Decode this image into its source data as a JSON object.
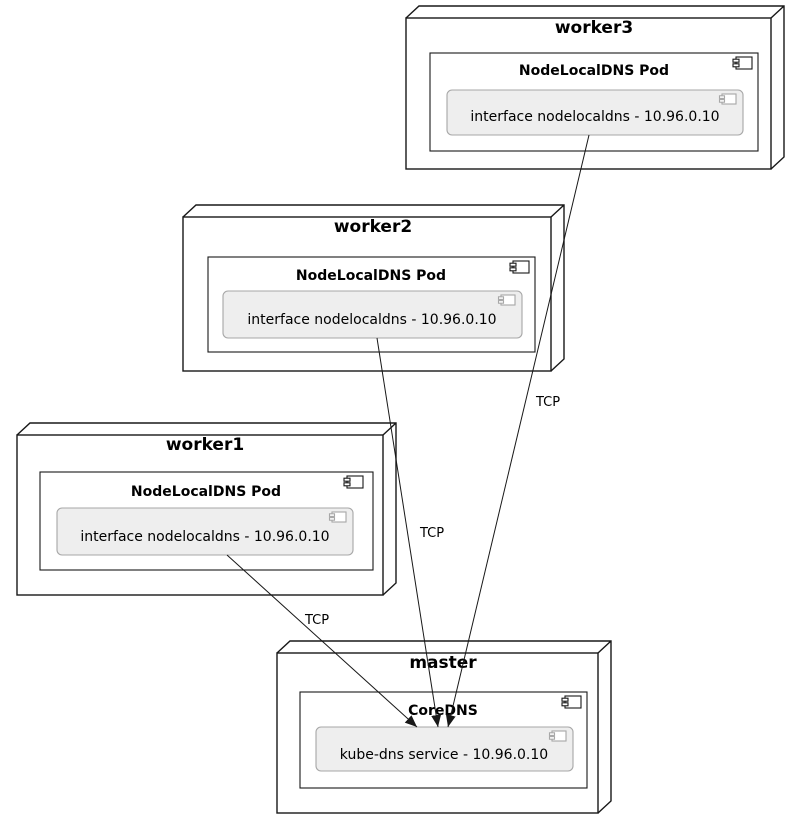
{
  "diagram": {
    "type": "uml-deployment-diagram",
    "nodes": [
      {
        "name": "worker3",
        "component": "NodeLocalDNS Pod",
        "interface": "interface nodelocaldns - 10.96.0.10"
      },
      {
        "name": "worker2",
        "component": "NodeLocalDNS Pod",
        "interface": "interface nodelocaldns - 10.96.0.10"
      },
      {
        "name": "worker1",
        "component": "NodeLocalDNS Pod",
        "interface": "interface nodelocaldns - 10.96.0.10"
      },
      {
        "name": "master",
        "component": "CoreDNS",
        "interface": "kube-dns service - 10.96.0.10"
      }
    ],
    "edges": [
      {
        "from": "worker1",
        "to": "master",
        "label": "TCP"
      },
      {
        "from": "worker2",
        "to": "master",
        "label": "TCP"
      },
      {
        "from": "worker3",
        "to": "master",
        "label": "TCP"
      }
    ],
    "colors": {
      "background": "#FFFFFF",
      "line": "#181818",
      "node_fill": "#FFFFFF",
      "component_fill": "#FFFFFF",
      "interface_fill": "#EEEEEE",
      "interface_border": "#A7A7A7"
    }
  }
}
